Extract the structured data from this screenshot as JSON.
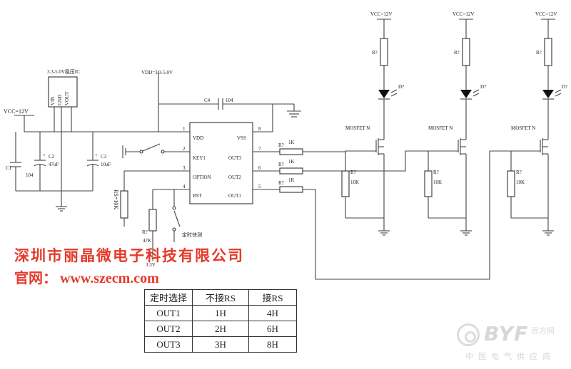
{
  "schematic": {
    "vcc_left": "VCC=12V",
    "vcc_top": [
      "VCC=12V",
      "VCC=12V",
      "VCC=12V"
    ],
    "regulator_label": "3.3-5.0V稳压IC",
    "regulator_pins": [
      "VIN",
      "GND",
      "VOUT"
    ],
    "vdd_label": "VDD=3.3-5.0V",
    "c1_name": "C1",
    "c1_value": "104",
    "c2_name": "C2",
    "c2_value": "47uF",
    "c3_name": "C3",
    "c3_value": "10uF",
    "c4_name": "C4",
    "c4_value": "104",
    "chip_pins_left": [
      {
        "num": "1",
        "name": "VDD"
      },
      {
        "num": "2",
        "name": "KEY1"
      },
      {
        "num": "3",
        "name": "OPTION"
      },
      {
        "num": "4",
        "name": "RST"
      }
    ],
    "chip_pins_right": [
      {
        "num": "8",
        "name": "VSS"
      },
      {
        "num": "7",
        "name": "OUT3"
      },
      {
        "num": "6",
        "name": "OUT2"
      },
      {
        "num": "5",
        "name": "OUT1"
      }
    ],
    "gate_resistors": [
      {
        "ref": "R?",
        "value": "1K"
      },
      {
        "ref": "R?",
        "value": "1K"
      },
      {
        "ref": "R?",
        "value": "1K"
      }
    ],
    "rs_label": "RS=10K",
    "r47k_ref": "R?",
    "r47k_value": "47K",
    "v33_label": "3.3V",
    "timer_switch_label": "定时快测",
    "channels": [
      {
        "vcc": "VCC=12V",
        "r_top": "R?",
        "led": "D?",
        "mosfet": "MOSFET N",
        "r_pull": "R?",
        "r_pull_value": "10K"
      },
      {
        "vcc": "VCC=12V",
        "r_top": "R?",
        "led": "D?",
        "mosfet": "MOSFET N",
        "r_pull": "R?",
        "r_pull_value": "10K"
      },
      {
        "vcc": "VCC=12V",
        "r_top": "R?",
        "led": "D?",
        "mosfet": "MOSFET N",
        "r_pull": "R?",
        "r_pull_value": "10K"
      }
    ]
  },
  "company": {
    "name": "深圳市丽晶微电子科技有限公司",
    "website_label": "官网：",
    "website_url": "www.szecm.com"
  },
  "table": {
    "headers": [
      "定时选择",
      "不接RS",
      "接RS"
    ],
    "rows": [
      [
        "OUT1",
        "1H",
        "4H"
      ],
      [
        "OUT2",
        "2H",
        "6H"
      ],
      [
        "OUT3",
        "3H",
        "8H"
      ]
    ]
  },
  "watermark": {
    "brand": "BYF",
    "sub": "百方网",
    "caption": "中国电气供应商"
  }
}
